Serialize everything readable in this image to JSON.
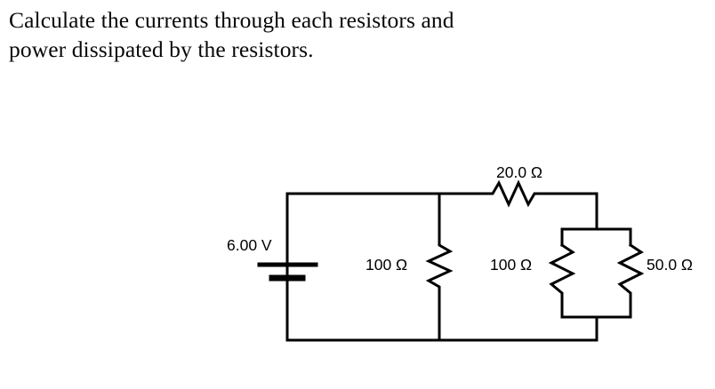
{
  "problem": {
    "text": "Calculate the currents through each resistors and\npower dissipated by the resistors."
  },
  "circuit": {
    "title": "dc-resistor-network",
    "stroke_color": "#000000",
    "background_color": "#ffffff",
    "source": {
      "type": "battery",
      "label": "6.00 V",
      "value": 6.0,
      "unit": "V"
    },
    "components": [
      {
        "id": "r20",
        "type": "resistor",
        "orientation": "horizontal",
        "label": "20.0 Ω",
        "value": 20.0,
        "unit": "Ω",
        "position": "series-top-branch"
      },
      {
        "id": "r100-middle",
        "type": "resistor",
        "orientation": "vertical",
        "label": "100 Ω",
        "value": 100,
        "unit": "Ω",
        "position": "shunt-across-source"
      },
      {
        "id": "r100-parallel",
        "type": "resistor",
        "orientation": "vertical",
        "label": "100 Ω",
        "value": 100,
        "unit": "Ω",
        "position": "parallel-pair-left"
      },
      {
        "id": "r50",
        "type": "resistor",
        "orientation": "vertical",
        "label": "50.0 Ω",
        "value": 50.0,
        "unit": "Ω",
        "position": "parallel-pair-right"
      }
    ]
  }
}
